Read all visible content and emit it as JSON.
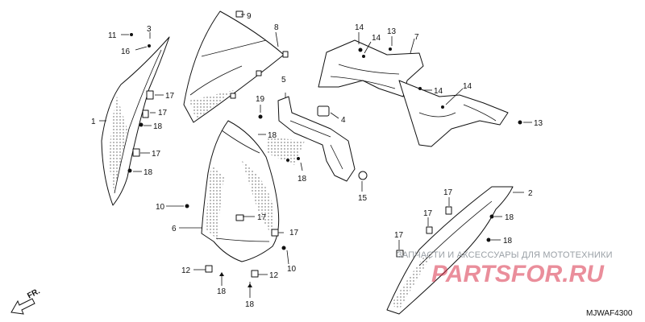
{
  "diagram": {
    "code": "MJWAF4300",
    "direction_label": "FR.",
    "watermark": {
      "caption": "ЗАПЧАСТИ И АКСЕССУАРЫ ДЛЯ МОТОТЕХНИКИ",
      "logo": "PARTSFOR.RU"
    },
    "callouts": [
      {
        "id": "c9",
        "label": "9"
      },
      {
        "id": "c8",
        "label": "8"
      },
      {
        "id": "c11",
        "label": "11"
      },
      {
        "id": "c3",
        "label": "3"
      },
      {
        "id": "c16",
        "label": "16"
      },
      {
        "id": "c17a",
        "label": "17"
      },
      {
        "id": "c17b",
        "label": "17"
      },
      {
        "id": "c18a",
        "label": "18"
      },
      {
        "id": "c1",
        "label": "1"
      },
      {
        "id": "c17c",
        "label": "17"
      },
      {
        "id": "c18b",
        "label": "18"
      },
      {
        "id": "c5",
        "label": "5"
      },
      {
        "id": "c19",
        "label": "19"
      },
      {
        "id": "c4",
        "label": "4"
      },
      {
        "id": "c18c",
        "label": "18"
      },
      {
        "id": "c18d",
        "label": "18"
      },
      {
        "id": "c10a",
        "label": "10"
      },
      {
        "id": "c17d",
        "label": "17"
      },
      {
        "id": "c6",
        "label": "6"
      },
      {
        "id": "c17e",
        "label": "17"
      },
      {
        "id": "c10b",
        "label": "10"
      },
      {
        "id": "c12a",
        "label": "12"
      },
      {
        "id": "c18e",
        "label": "18"
      },
      {
        "id": "c12b",
        "label": "12"
      },
      {
        "id": "c18f",
        "label": "18"
      },
      {
        "id": "c14a",
        "label": "14"
      },
      {
        "id": "c14b",
        "label": "14"
      },
      {
        "id": "c13a",
        "label": "13"
      },
      {
        "id": "c7",
        "label": "7"
      },
      {
        "id": "c14c",
        "label": "14"
      },
      {
        "id": "c14d",
        "label": "14"
      },
      {
        "id": "c13b",
        "label": "13"
      },
      {
        "id": "c15",
        "label": "15"
      },
      {
        "id": "c2",
        "label": "2"
      },
      {
        "id": "c17f",
        "label": "17"
      },
      {
        "id": "c17g",
        "label": "17"
      },
      {
        "id": "c18g",
        "label": "18"
      },
      {
        "id": "c18h",
        "label": "18"
      },
      {
        "id": "c17h",
        "label": "17"
      }
    ]
  }
}
